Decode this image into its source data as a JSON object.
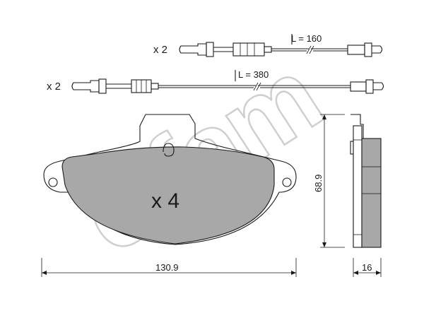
{
  "watermark": {
    "text": "cifam",
    "color": "#d6d6d6"
  },
  "colors": {
    "pad_fill": "#a8a8a8",
    "line": "#1a1a1a"
  },
  "sensor_top": {
    "quantity": "x 2",
    "length": "L = 160"
  },
  "sensor_bottom": {
    "quantity": "x 2",
    "length": "L = 380"
  },
  "pad": {
    "quantity": "x 4"
  },
  "dimensions": {
    "width": "130.9",
    "height": "68.9",
    "thickness": "16"
  }
}
